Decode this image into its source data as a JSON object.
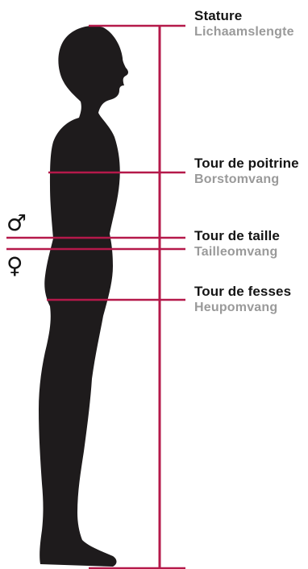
{
  "colors": {
    "measure_line": "#b5194a",
    "silhouette": "#1e1b1c",
    "primary_text": "#141414",
    "secondary_text": "#9a9a9a",
    "background": "#ffffff"
  },
  "labels": {
    "stature": {
      "primary": "Stature",
      "secondary": "Lichaamslengte"
    },
    "chest": {
      "primary": "Tour de poitrine",
      "secondary": "Borstomvang"
    },
    "waist": {
      "primary": "Tour de taille",
      "secondary": "Tailleomvang"
    },
    "hips": {
      "primary": "Tour de fesses",
      "secondary": "Heupomvang"
    }
  },
  "gender_markers": {
    "male": {
      "glyph": "♂",
      "icon": "male-symbol-icon"
    },
    "female": {
      "glyph": "♀",
      "icon": "female-symbol-icon"
    }
  }
}
